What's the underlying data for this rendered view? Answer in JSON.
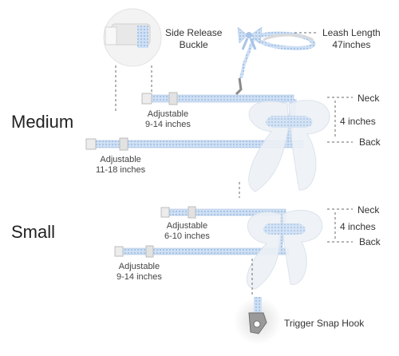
{
  "sizes": {
    "medium": "Medium",
    "small": "Small"
  },
  "callouts": {
    "buckle": [
      "Side Release",
      "Buckle"
    ],
    "leash": [
      "Leash Length",
      "47inches"
    ],
    "trigger": "Trigger Snap Hook"
  },
  "medium": {
    "neck_adjust": [
      "Adjustable",
      "9-14 inches"
    ],
    "chest_adjust": [
      "Adjustable",
      "11-18 inches"
    ],
    "neck": "Neck",
    "gap": "4 inches",
    "back": "Back"
  },
  "small": {
    "neck_adjust": [
      "Adjustable",
      "6-10 inches"
    ],
    "chest_adjust": [
      "Adjustable",
      "9-14 inches"
    ],
    "neck": "Neck",
    "gap": "4 inches",
    "back": "Back"
  },
  "colors": {
    "strap": "#bcd3ee",
    "strap_edge": "#9ab8de",
    "bow": "#e9eef5",
    "buckle": "#e6e6e6"
  }
}
